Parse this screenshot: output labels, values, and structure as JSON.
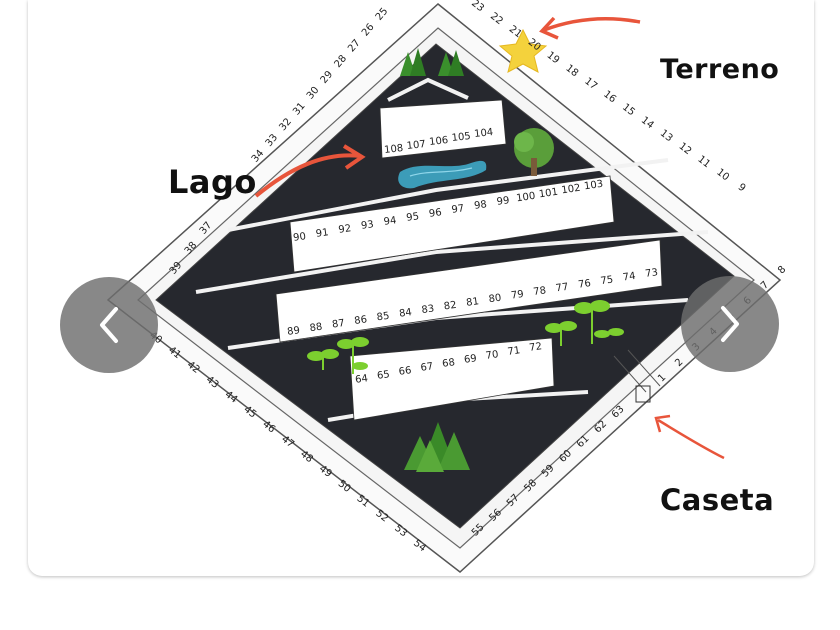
{
  "labels": {
    "terreno": "Terreno",
    "lago": "Lago",
    "caseta": "Caseta"
  },
  "nav": {
    "prev_icon": "chevron-left-icon",
    "next_icon": "chevron-right-icon"
  },
  "colors": {
    "arrow": "#e8553b",
    "park": "#26282e",
    "lake": "#3fa8c8",
    "star": "#f4d23c",
    "nav_bg": "#6e6e6e"
  },
  "lots": {
    "outer_upper_left": [
      "25",
      "26",
      "27",
      "28",
      "29",
      "30",
      "31",
      "32",
      "33",
      "34"
    ],
    "outer_upper_right": [
      "23",
      "22",
      "21",
      "20",
      "19",
      "18",
      "17",
      "16",
      "15",
      "14",
      "13",
      "12",
      "11",
      "10",
      "9"
    ],
    "outer_left": [
      "37",
      "38",
      "39"
    ],
    "outer_right": [
      "8",
      "7",
      "6",
      "5",
      "4",
      "3",
      "2",
      "1"
    ],
    "outer_lower_left": [
      "40",
      "41",
      "42",
      "43",
      "44",
      "45",
      "46",
      "47",
      "48",
      "49",
      "50",
      "51",
      "52",
      "53",
      "54"
    ],
    "outer_lower_right": [
      "63",
      "62",
      "61",
      "60",
      "59",
      "58",
      "57",
      "56",
      "55"
    ],
    "inner_top": [
      "108",
      "107",
      "106",
      "105",
      "104"
    ],
    "inner_row_2": [
      "90",
      "91",
      "92",
      "93",
      "94",
      "95",
      "96",
      "97",
      "98",
      "99",
      "100",
      "101",
      "102",
      "103"
    ],
    "inner_row_3": [
      "89",
      "88",
      "87",
      "86",
      "85",
      "84",
      "83",
      "82",
      "81",
      "80",
      "79",
      "78",
      "77",
      "76",
      "75",
      "74",
      "73"
    ],
    "inner_row_4": [
      "64",
      "65",
      "66",
      "67",
      "68",
      "69",
      "70",
      "71",
      "72"
    ]
  }
}
